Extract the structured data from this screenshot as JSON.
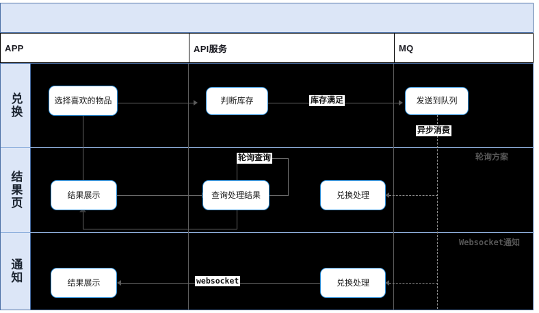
{
  "diagram": {
    "title_band": "",
    "columns": [
      {
        "id": "app",
        "label": "APP"
      },
      {
        "id": "api",
        "label": "API服务"
      },
      {
        "id": "mq",
        "label": "MQ"
      }
    ],
    "lanes": [
      {
        "id": "exchange",
        "label": "兑换"
      },
      {
        "id": "result-page",
        "label": "结果页"
      },
      {
        "id": "notify",
        "label": "通知"
      }
    ],
    "nodes": [
      {
        "id": "choose-item",
        "label": "选择喜欢的物品",
        "lane": "exchange",
        "column": "app"
      },
      {
        "id": "check-stock",
        "label": "判断库存",
        "lane": "exchange",
        "column": "api"
      },
      {
        "id": "send-queue",
        "label": "发送到队列",
        "lane": "exchange",
        "column": "mq"
      },
      {
        "id": "result-show-2",
        "label": "结果展示",
        "lane": "result-page",
        "column": "app"
      },
      {
        "id": "query-result",
        "label": "查询处理结果",
        "lane": "result-page",
        "column": "api"
      },
      {
        "id": "exchange-proc-2",
        "label": "兑换处理",
        "lane": "result-page",
        "column": "api"
      },
      {
        "id": "result-show-3",
        "label": "结果展示",
        "lane": "notify",
        "column": "app"
      },
      {
        "id": "exchange-proc-3",
        "label": "兑换处理",
        "lane": "notify",
        "column": "api"
      }
    ],
    "edge_labels": [
      {
        "id": "stock-ok",
        "label": "库存满足"
      },
      {
        "id": "async-consume",
        "label": "异步消费"
      },
      {
        "id": "poll-query",
        "label": "轮询查询"
      },
      {
        "id": "websocket",
        "label": "websocket"
      }
    ],
    "group_captions": [
      {
        "id": "polling-plan",
        "label": "轮询方案"
      },
      {
        "id": "websocket-notify",
        "label": "Websocket通知"
      }
    ],
    "colors": {
      "lane_fill": "#dce6f7",
      "lane_border": "#4a6fa5",
      "canvas": "#000000",
      "node_border": "#2f8fd8",
      "node_fill": "#ffffff",
      "connector": "#6a6a6a",
      "caption_text": "#565656"
    }
  }
}
